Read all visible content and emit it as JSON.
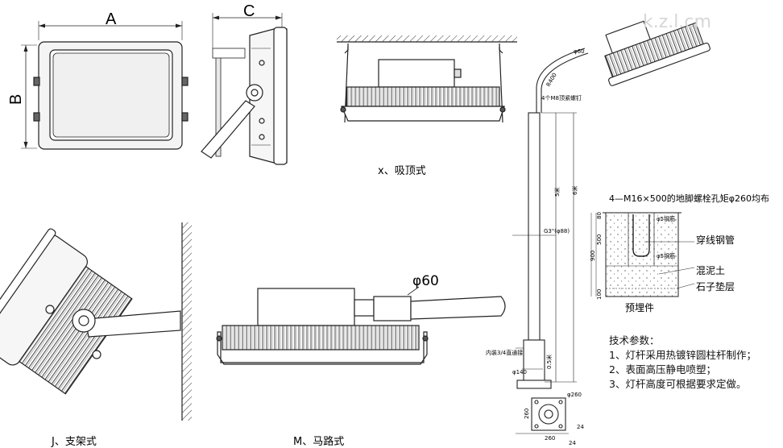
{
  "labels": {
    "dim_a": "A",
    "dim_b": "B",
    "dim_c": "C",
    "mount_x": "x、吸顶式",
    "mount_j": "J、支架式",
    "mount_m": "M、马路式",
    "pipe_dia": "φ60",
    "pole_top_dia": "φ60",
    "radius": "R400",
    "screws": "4个M8顶紧螺钉",
    "pole_len_5": "5米",
    "pole_len_6": "6米",
    "thread": "G3\"(φ88)",
    "bolts": "4—M16×500的地脚螺栓孔矩φ260均布",
    "steel_5a": "φ5钢筋",
    "steel_5b": "φ5钢筋",
    "conduit": "穿线钢管",
    "concrete": "混泥土",
    "gravel": "石子垫层",
    "embedded": "预埋件",
    "depth_80": "80",
    "depth_500": "500",
    "depth_900": "900",
    "depth_100": "100",
    "inner_pipe": "内装3/4直通接",
    "base_len": "0.5米",
    "base_dia": "φ140",
    "flange_dia": "φ260",
    "flange_w": "260",
    "flange_h": "260",
    "flange_24a": "24",
    "flange_24b": "24",
    "watermark": "k.z.l.cm"
  },
  "notes": {
    "title": "技术参数：",
    "n1": "1、灯杆采用热镀锌圆柱杆制作；",
    "n2": "2、表面高压静电喷塑；",
    "n3": "3、灯杆高度可根据要求定做。"
  }
}
